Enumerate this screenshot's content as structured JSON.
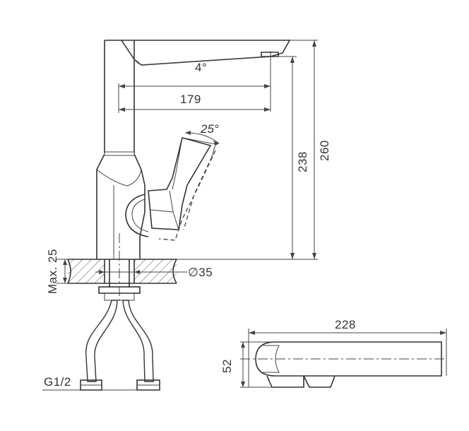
{
  "drawing": {
    "spout_angle": "4°",
    "spout_reach": "179",
    "handle_angle": "25°",
    "height_to_aerator": "238",
    "overall_height": "260",
    "max_deck_thickness": "Max. 25",
    "hole_diameter": "∅35",
    "inlet_thread": "G1/2",
    "top_view_length": "228",
    "top_view_width": "52"
  }
}
